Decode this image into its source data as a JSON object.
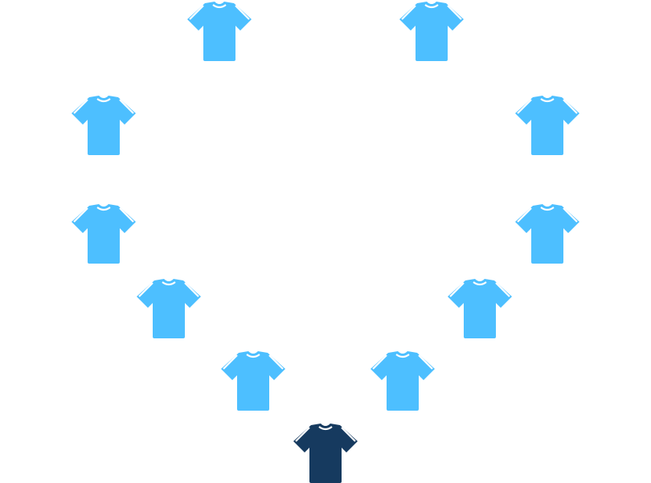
{
  "formation": {
    "players": [
      {
        "role": "outfield",
        "icon": "shirt-icon",
        "color": "#4DBFFF"
      },
      {
        "role": "outfield",
        "icon": "shirt-icon",
        "color": "#4DBFFF"
      },
      {
        "role": "outfield",
        "icon": "shirt-icon",
        "color": "#4DBFFF"
      },
      {
        "role": "outfield",
        "icon": "shirt-icon",
        "color": "#4DBFFF"
      },
      {
        "role": "outfield",
        "icon": "shirt-icon",
        "color": "#4DBFFF"
      },
      {
        "role": "outfield",
        "icon": "shirt-icon",
        "color": "#4DBFFF"
      },
      {
        "role": "outfield",
        "icon": "shirt-icon",
        "color": "#4DBFFF"
      },
      {
        "role": "outfield",
        "icon": "shirt-icon",
        "color": "#4DBFFF"
      },
      {
        "role": "outfield",
        "icon": "shirt-icon",
        "color": "#4DBFFF"
      },
      {
        "role": "outfield",
        "icon": "shirt-icon",
        "color": "#4DBFFF"
      },
      {
        "role": "goalkeeper",
        "icon": "shirt-icon",
        "color": "#163A5F"
      }
    ],
    "stripe_color": "#FFFFFF"
  }
}
